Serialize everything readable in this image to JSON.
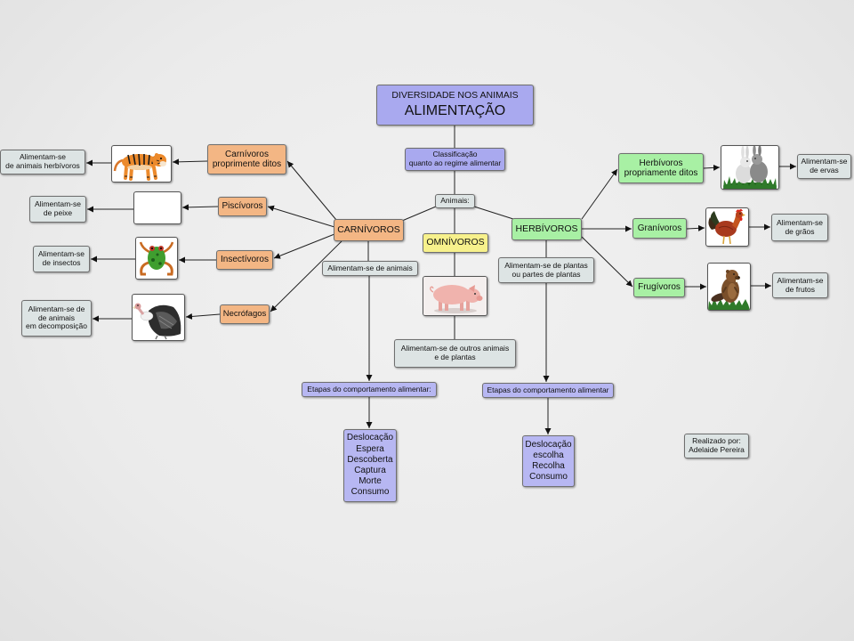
{
  "title": {
    "line1": "DIVERSIDADE NOS ANIMAIS",
    "line2": "ALIMENTAÇÃO"
  },
  "classification": {
    "line1": "Classificação",
    "line2": "quanto ao regime alimentar"
  },
  "root": {
    "label": "Animais:"
  },
  "carnivores": {
    "label": "CARNÍVOROS",
    "description": [
      "Alimentam-se de animais"
    ],
    "stages_heading": "Etapas do comportamento alimentar:",
    "stages": [
      "Deslocação",
      "Espera",
      "Descoberta",
      "Captura",
      "Morte",
      "Consumo"
    ],
    "subtypes": [
      {
        "label": [
          "Carnívoros",
          "proprimente ditos"
        ],
        "image": "tiger-image",
        "diet": [
          "Alimentam-se",
          "de animais herbívoros"
        ]
      },
      {
        "label": [
          "Piscívoros"
        ],
        "image": "empty-image-frame",
        "diet": [
          "Alimentam-se",
          "de peixe"
        ]
      },
      {
        "label": [
          "Insectívoros"
        ],
        "image": "frog-image",
        "diet": [
          "Alimentam-se",
          "de insectos"
        ]
      },
      {
        "label": [
          "Necrófagos"
        ],
        "image": "vulture-image",
        "diet": [
          "Alimentam-se de",
          "de animais",
          "em decomposição"
        ]
      }
    ]
  },
  "omnivores": {
    "label": "OMNÍVOROS",
    "image": "pig-image",
    "description": [
      "Alimentam-se de outros animais",
      "e de plantas"
    ]
  },
  "herbivores": {
    "label": "HERBÍVOROS",
    "description": [
      "Alimentam-se de plantas",
      "ou partes de plantas"
    ],
    "stages_heading": "Etapas do comportamento alimentar",
    "stages": [
      "Deslocação",
      "escolha",
      "Recolha",
      "Consumo"
    ],
    "subtypes": [
      {
        "label": [
          "Herbívoros",
          "propriamente ditos"
        ],
        "image": "rabbit-image",
        "diet": [
          "Alimentam-se",
          "de ervas"
        ]
      },
      {
        "label": [
          "Granívoros"
        ],
        "image": "rooster-image",
        "diet": [
          "Alimentam-se",
          "de grãos"
        ]
      },
      {
        "label": [
          "Frugívoros"
        ],
        "image": "beaver-image",
        "diet": [
          "Alimentam-se",
          "de frutos"
        ]
      }
    ]
  },
  "credit": {
    "line1": "Realizado por:",
    "line2": "Adelaide Pereira"
  },
  "colors": {
    "background": "#ebebeb",
    "title_purple": "#a9a9ef",
    "stage_purple": "#b7b7f2",
    "neutral_gray": "#dde4e4",
    "carnivore_orange": "#f3b684",
    "omnivore_yellow": "#f7f18c",
    "herbivore_green": "#a8f0a4"
  }
}
